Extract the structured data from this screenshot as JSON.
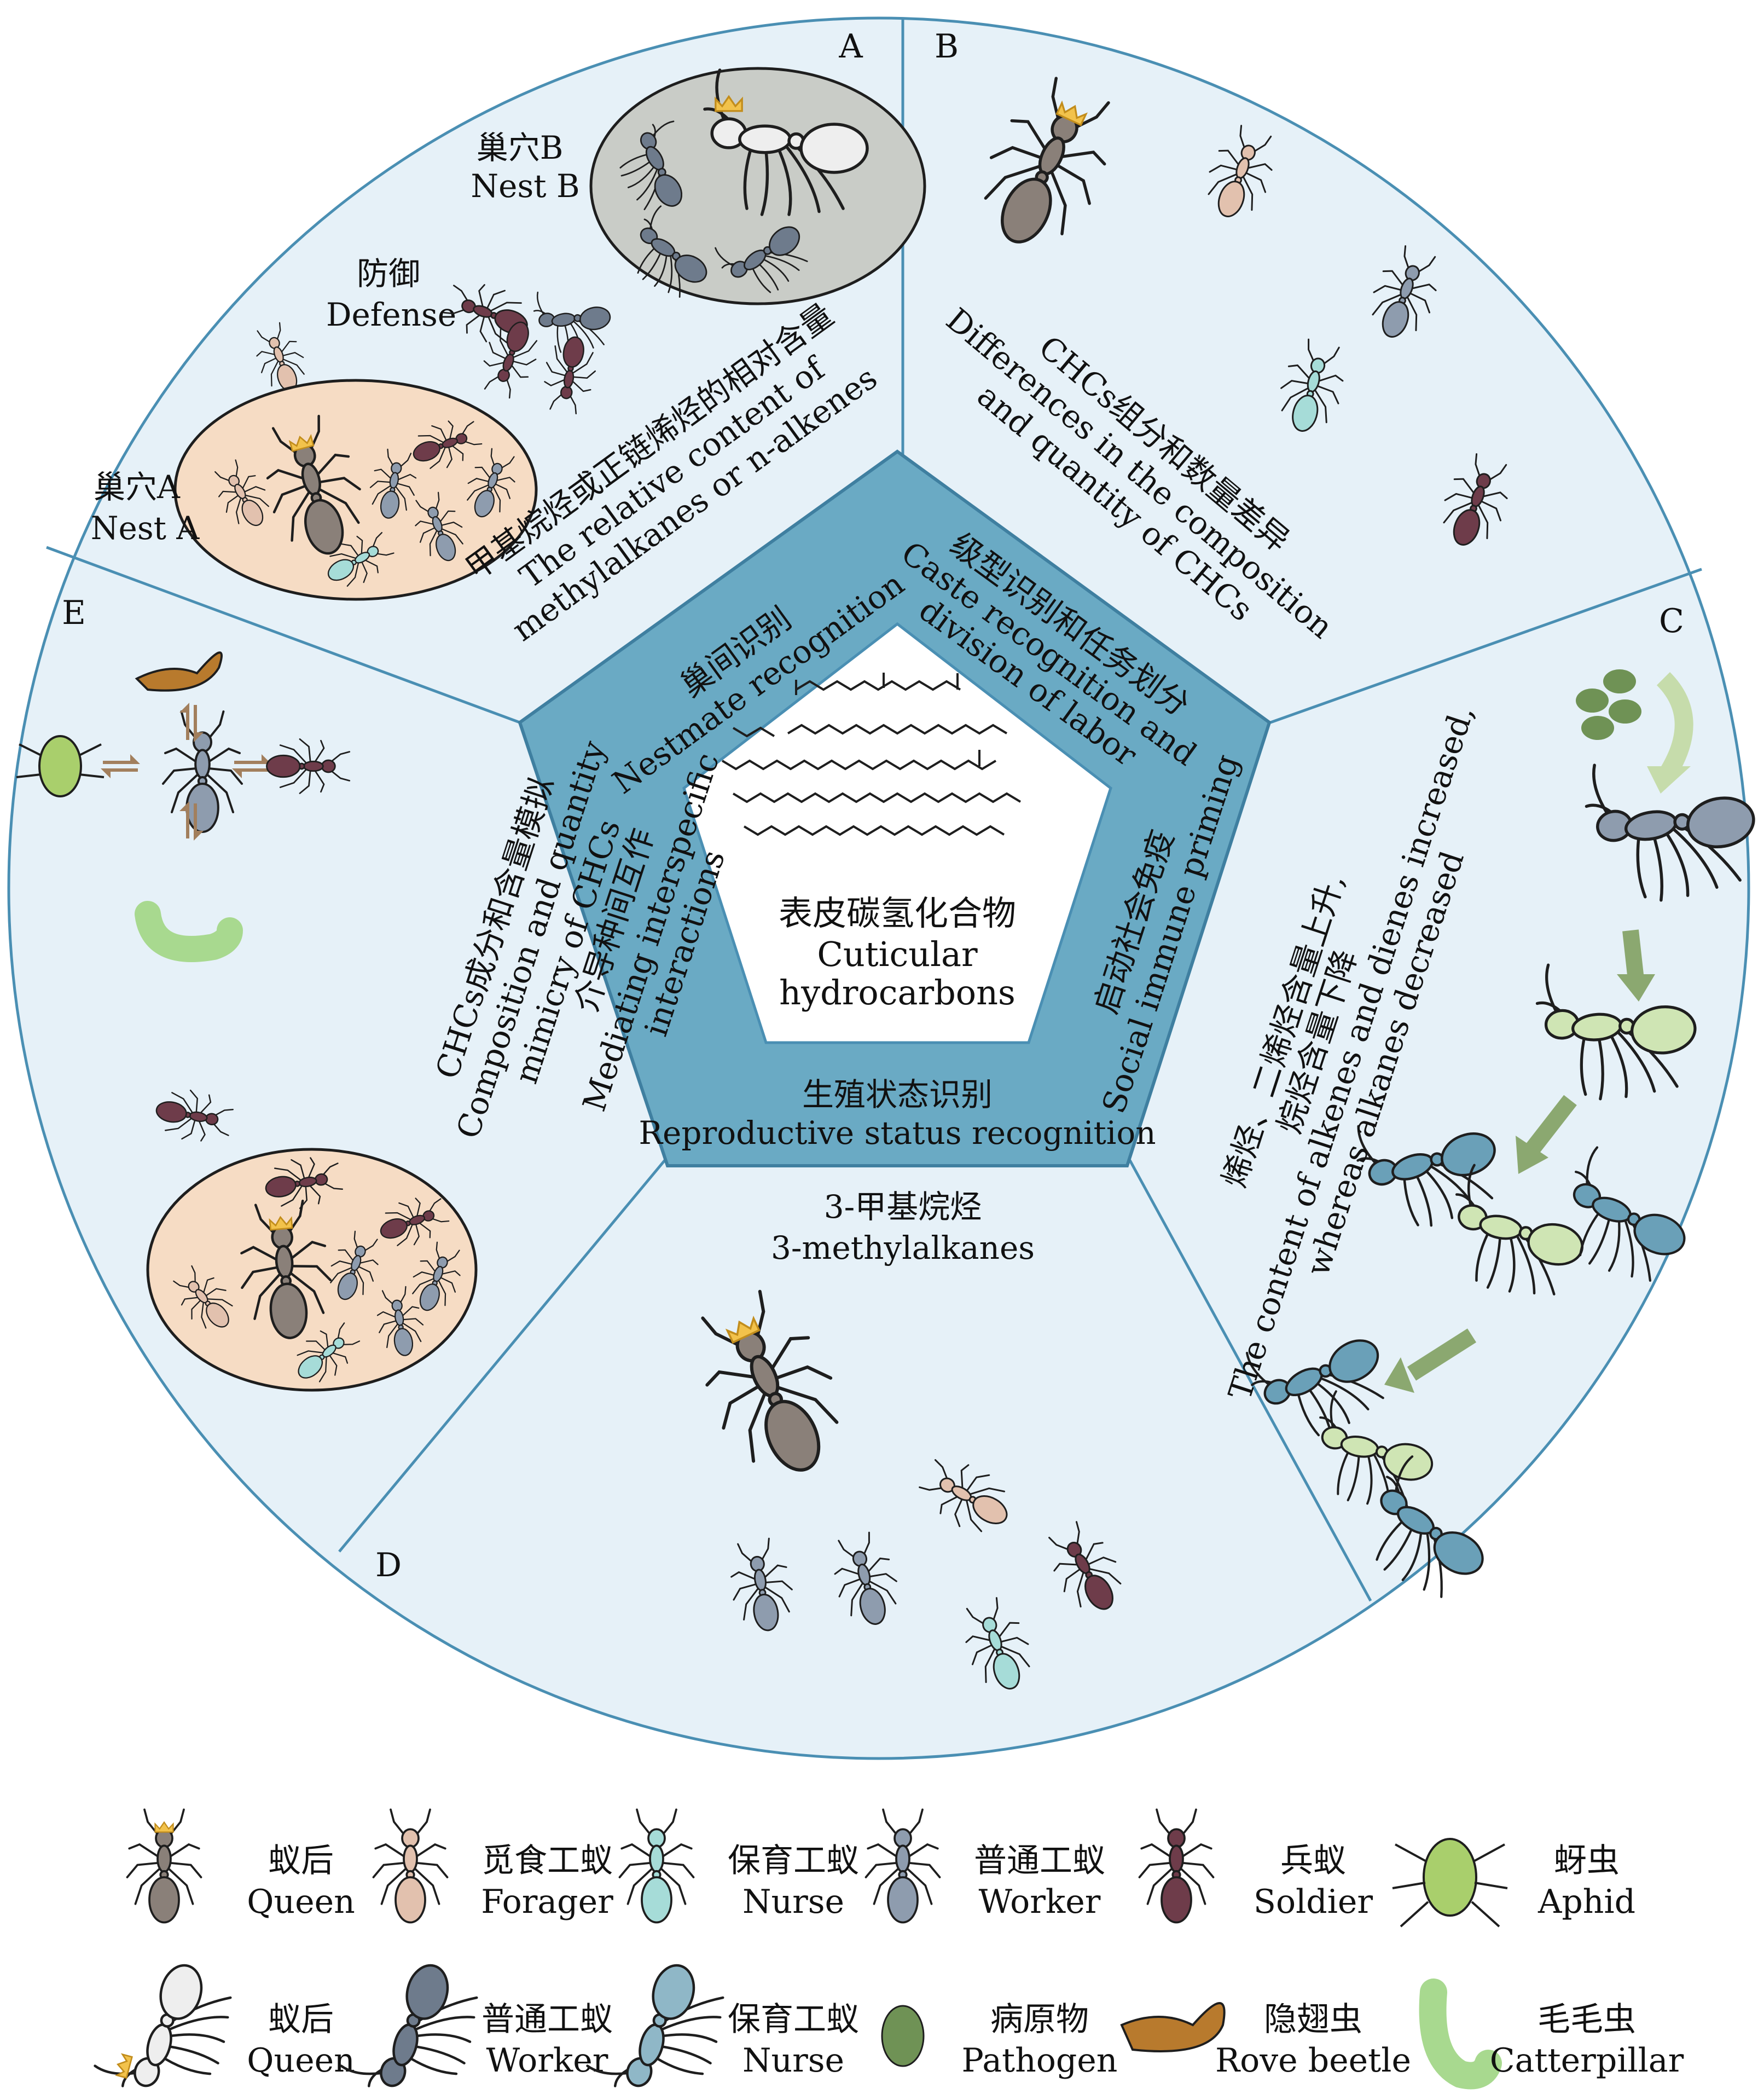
{
  "panel_letters": {
    "a": "A",
    "b": "B",
    "c": "C",
    "d": "D",
    "e": "E"
  },
  "center": {
    "zh": "表皮碳氢化合物",
    "en1": "Cuticular",
    "en2": "hydrocarbons"
  },
  "pentagon_sides": {
    "nestmate": {
      "zh": "巢间识别",
      "en": "Nestmate recognition"
    },
    "caste": {
      "zh": "级型识别和任务划分",
      "en1": "Caste recognition and",
      "en2": "division of labor"
    },
    "immune": {
      "zh": "启动社会免疫",
      "en": "Social immune priming"
    },
    "reproductive": {
      "zh": "生殖状态识别",
      "en": "Reproductive status recognition"
    },
    "interspecific": {
      "zh": "介导种间互作",
      "en1": "Mediating interspecific",
      "en2": "interactions"
    }
  },
  "panel_a": {
    "nest_b_zh": "巢穴B",
    "nest_b_en": "Nest B",
    "defense_zh": "防御",
    "defense_en": "Defense",
    "nest_a_zh": "巢穴A",
    "nest_a_en": "Nest A",
    "desc_zh": "甲基烷烃或正链烯烃的相对含量",
    "desc_en1": "The relative content of",
    "desc_en2": "methylalkanes or n-alkenes"
  },
  "panel_b": {
    "desc_zh": "CHCs组分和数量差异",
    "desc_en1": "Differences in the composition",
    "desc_en2": "and quantity of CHCs"
  },
  "panel_c": {
    "desc_zh1": "烯烃、二烯烃含量上升,",
    "desc_zh2": "烷烃含量下降",
    "desc_en1": "The content of alkenes and dienes increased,",
    "desc_en2": "whereas alkanes decreased"
  },
  "panel_d": {
    "desc_zh": "3-甲基烷烃",
    "desc_en": "3-methylalkanes"
  },
  "panel_e": {
    "desc_zh": "CHCs成分和含量模拟",
    "desc_en1": "Composition and quantity",
    "desc_en2": "mimicry of CHCs"
  },
  "legend": {
    "row1": [
      {
        "zh": "蚁后",
        "en": "Queen",
        "icon": "queen-ant-icon"
      },
      {
        "zh": "觅食工蚁",
        "en": "Forager",
        "icon": "forager-ant-icon"
      },
      {
        "zh": "保育工蚁",
        "en": "Nurse",
        "icon": "nurse-ant-icon"
      },
      {
        "zh": "普通工蚁",
        "en": "Worker",
        "icon": "worker-ant-icon"
      },
      {
        "zh": "兵蚁",
        "en": "Soldier",
        "icon": "soldier-ant-icon"
      },
      {
        "zh": "蚜虫",
        "en": "Aphid",
        "icon": "aphid-icon"
      }
    ],
    "row2": [
      {
        "zh": "蚁后",
        "en": "Queen",
        "icon": "queen-ant-detailed-icon"
      },
      {
        "zh": "普通工蚁",
        "en": "Worker",
        "icon": "worker-ant-detailed-icon"
      },
      {
        "zh": "保育工蚁",
        "en": "Nurse",
        "icon": "nurse-ant-detailed-icon"
      },
      {
        "zh": "病原物",
        "en": "Pathogen",
        "icon": "pathogen-icon"
      },
      {
        "zh": "隐翅虫",
        "en": "Rove beetle",
        "icon": "rove-beetle-icon"
      },
      {
        "zh": "毛毛虫",
        "en": "Catterpillar",
        "icon": "caterpillar-icon"
      }
    ]
  },
  "colors": {
    "panel_fill": "#e6f1f8",
    "panel_stroke": "#4a8fb3",
    "pentagon_outer": "#6aaac4",
    "pentagon_inner": "#ffffff",
    "nest_a_fill": "#f6dcc4",
    "nest_b_fill": "#c9ccc7",
    "queen": "#8a8079",
    "forager": "#e2c1ae",
    "nurse": "#a6dcd8",
    "worker": "#8e9cae",
    "soldier": "#6e3c4a",
    "aphid": "#a9cf6c",
    "pathogen": "#6f9255",
    "rove_beetle": "#b87a2d",
    "caterpillar": "#a8d98f",
    "arrow_brown": "#a27f5d",
    "arrow_green": "#8ba870",
    "crown": "#f2c24b"
  }
}
